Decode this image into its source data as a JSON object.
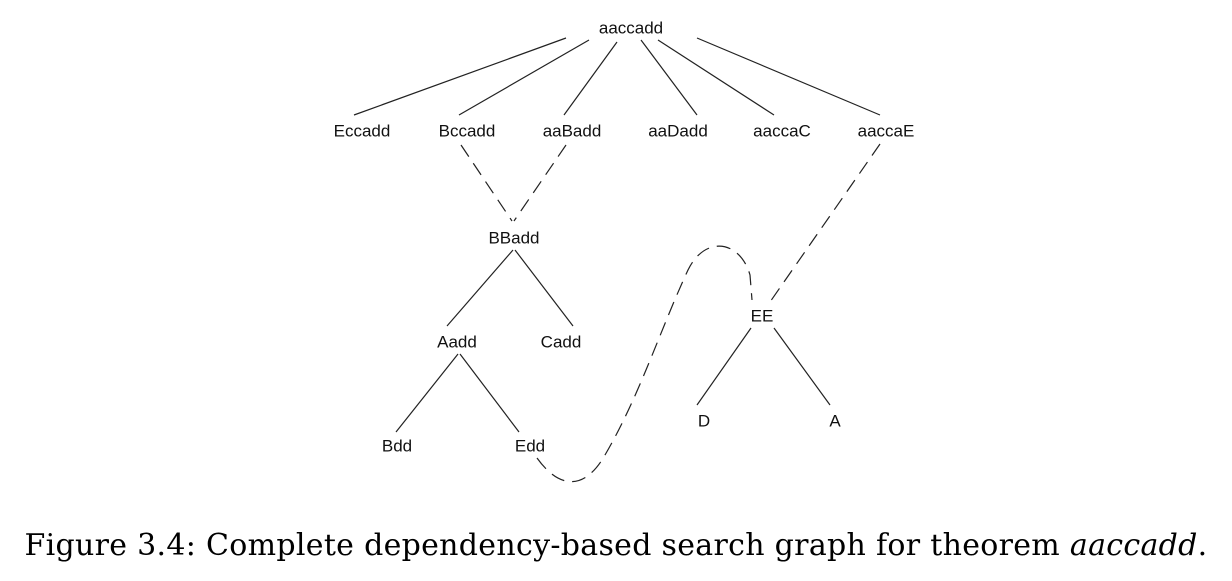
{
  "diagram": {
    "nodes": [
      {
        "id": "root",
        "label": "aaccadd"
      },
      {
        "id": "eccadd",
        "label": "Eccadd"
      },
      {
        "id": "bccadd",
        "label": "Bccadd"
      },
      {
        "id": "aabadd",
        "label": "aaBadd"
      },
      {
        "id": "aadadd",
        "label": "aaDadd"
      },
      {
        "id": "aaccac",
        "label": "aaccaC"
      },
      {
        "id": "aaccae",
        "label": "aaccaE"
      },
      {
        "id": "bbadd",
        "label": "BBadd"
      },
      {
        "id": "aadd",
        "label": "Aadd"
      },
      {
        "id": "cadd",
        "label": "Cadd"
      },
      {
        "id": "bdd",
        "label": "Bdd"
      },
      {
        "id": "edd",
        "label": "Edd"
      },
      {
        "id": "ee",
        "label": "EE"
      },
      {
        "id": "d",
        "label": "D"
      },
      {
        "id": "a",
        "label": "A"
      }
    ],
    "edges": [
      {
        "from": "root",
        "to": "eccadd",
        "style": "solid"
      },
      {
        "from": "root",
        "to": "bccadd",
        "style": "solid"
      },
      {
        "from": "root",
        "to": "aabadd",
        "style": "solid"
      },
      {
        "from": "root",
        "to": "aadadd",
        "style": "solid"
      },
      {
        "from": "root",
        "to": "aaccac",
        "style": "solid"
      },
      {
        "from": "root",
        "to": "aaccae",
        "style": "solid"
      },
      {
        "from": "bccadd",
        "to": "bbadd",
        "style": "dashed"
      },
      {
        "from": "aabadd",
        "to": "bbadd",
        "style": "dashed"
      },
      {
        "from": "bbadd",
        "to": "aadd",
        "style": "solid"
      },
      {
        "from": "bbadd",
        "to": "cadd",
        "style": "solid"
      },
      {
        "from": "aadd",
        "to": "bdd",
        "style": "solid"
      },
      {
        "from": "aadd",
        "to": "edd",
        "style": "solid"
      },
      {
        "from": "aaccae",
        "to": "ee",
        "style": "dashed"
      },
      {
        "from": "edd",
        "to": "ee",
        "style": "dashed-curve"
      },
      {
        "from": "ee",
        "to": "d",
        "style": "solid"
      },
      {
        "from": "ee",
        "to": "a",
        "style": "solid"
      }
    ]
  },
  "caption": {
    "prefix": "Figure 3.4: Complete dependency-based search graph for theorem ",
    "theorem": "aaccadd",
    "suffix": "."
  }
}
